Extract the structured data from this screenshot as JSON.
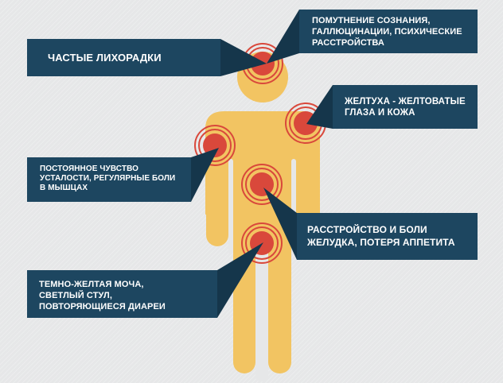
{
  "colors": {
    "background": "#e6e7e8",
    "box": "#1d4660",
    "box_shadow": "#15364b",
    "figure": "#f2c462",
    "spot": "#d9483b",
    "text": "#ffffff"
  },
  "figure": {
    "icon": "human-silhouette-icon"
  },
  "callouts": [
    {
      "id": "fever",
      "lines": [
        "Частые лихорадки"
      ]
    },
    {
      "id": "mental",
      "lines": [
        "Помутнение сознания,",
        "галлюцинации, психические",
        "расстройства"
      ]
    },
    {
      "id": "jaundice",
      "lines": [
        "Желтуха - желтоватые",
        "глаза и кожа"
      ]
    },
    {
      "id": "fatigue",
      "lines": [
        "Постоянное чувство",
        "усталости, регулярные боли",
        "в мышцах"
      ]
    },
    {
      "id": "stomach",
      "lines": [
        "Расстройство и боли",
        "желудка, потеря аппетита"
      ]
    },
    {
      "id": "urine",
      "lines": [
        "Темно-желтая моча,",
        "светлый стул,",
        "повторяющиеся диареи"
      ]
    }
  ]
}
